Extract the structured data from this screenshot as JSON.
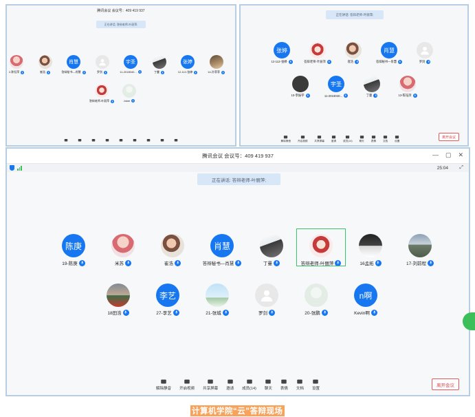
{
  "main": {
    "title": "腾讯会议 会议号：409 419 937",
    "timer": "25:04",
    "speaking": "正在讲话: 答辩老师-叶丽萍;",
    "participants_row1": [
      {
        "name": "19-陈庚",
        "avatar_text": "陈庚",
        "style": "blue"
      },
      {
        "name": "米苏",
        "avatar_text": "",
        "style": "photo1"
      },
      {
        "name": "崔浩",
        "avatar_text": "",
        "style": "photo2"
      },
      {
        "name": "答辩秘书—肖慧",
        "avatar_text": "肖慧",
        "style": "blue"
      },
      {
        "name": "丁曼",
        "avatar_text": "",
        "style": "photo3"
      },
      {
        "name": "答辩老师-叶丽萍",
        "avatar_text": "",
        "style": "photo4"
      },
      {
        "name": "16孟拓",
        "avatar_text": "",
        "style": "photo5"
      },
      {
        "name": "17-刘前程",
        "avatar_text": "",
        "style": "photo6"
      }
    ],
    "participants_row2": [
      {
        "name": "18田浩",
        "avatar_text": "",
        "style": "photo7"
      },
      {
        "name": "27-李艺",
        "avatar_text": "李艺",
        "style": "blue"
      },
      {
        "name": "21-张城",
        "avatar_text": "",
        "style": "photo8"
      },
      {
        "name": "罗剑",
        "avatar_text": "",
        "style": "gray"
      },
      {
        "name": "20-张鹏",
        "avatar_text": "",
        "style": "photo9"
      },
      {
        "name": "Kevin啊",
        "avatar_text": "n啊",
        "style": "blue"
      }
    ],
    "toolbar": [
      {
        "label": "解除静音",
        "icon": "mic-off-icon"
      },
      {
        "label": "开启视频",
        "icon": "video-off-icon"
      },
      {
        "label": "共享屏幕",
        "icon": "screen-share-icon"
      },
      {
        "label": "邀请",
        "icon": "invite-icon"
      },
      {
        "label": "成员(14)",
        "icon": "members-icon"
      },
      {
        "label": "聊天",
        "icon": "chat-icon"
      },
      {
        "label": "表情",
        "icon": "emoji-icon"
      },
      {
        "label": "文档",
        "icon": "document-icon"
      },
      {
        "label": "设置",
        "icon": "settings-icon"
      }
    ],
    "leave": "离开会议"
  },
  "top_left": {
    "title": "腾讯会议 会议号：409 419 937",
    "speaking": "正在讲话: 答辩老师-叶丽萍;",
    "row1": [
      {
        "name": "2-陈钰萍",
        "avatar_text": "",
        "style": "photo1"
      },
      {
        "name": "崔浩",
        "avatar_text": "",
        "style": "photo2"
      },
      {
        "name": "答辩秘书—肖慧",
        "avatar_text": "肖慧",
        "style": "blue"
      },
      {
        "name": "罗剑",
        "avatar_text": "",
        "style": "gray"
      },
      {
        "name": "11-2018040...",
        "avatar_text": "宇圣",
        "style": "blue"
      },
      {
        "name": "丁曼",
        "avatar_text": "",
        "style": "photo3"
      },
      {
        "name": "12-112-张婷",
        "avatar_text": "张婷",
        "style": "blue"
      },
      {
        "name": "14-孙菲菲",
        "avatar_text": "",
        "style": "photo11"
      }
    ],
    "row2": [
      {
        "name": "答辩老师-叶丽萍",
        "avatar_text": "",
        "style": "photo4"
      },
      {
        "name": "Joker",
        "avatar_text": "",
        "style": "photo9"
      }
    ]
  },
  "top_right": {
    "speaking": "正在讲话: 答辩老师-叶丽萍;",
    "row1": [
      {
        "name": "12-112-张婷",
        "avatar_text": "张婷",
        "style": "blue"
      },
      {
        "name": "答辩老师-叶丽萍",
        "avatar_text": "",
        "style": "photo4"
      },
      {
        "name": "崔浩",
        "avatar_text": "",
        "style": "photo2"
      },
      {
        "name": "答辩秘书—肖慧",
        "avatar_text": "肖慧",
        "style": "blue"
      },
      {
        "name": "罗剑",
        "avatar_text": "",
        "style": "gray"
      }
    ],
    "row2": [
      {
        "name": "10-李振宇",
        "avatar_text": "",
        "style": "dark"
      },
      {
        "name": "11-2018040...",
        "avatar_text": "宇圣",
        "style": "blue"
      },
      {
        "name": "丁曼",
        "avatar_text": "",
        "style": "photo3"
      },
      {
        "name": "13-陈钰萍",
        "avatar_text": "",
        "style": "photo1"
      }
    ],
    "toolbar": [
      {
        "label": "解除静音",
        "icon": "mic-off-icon"
      },
      {
        "label": "开启视频",
        "icon": "video-off-icon"
      },
      {
        "label": "共享屏幕",
        "icon": "screen-share-icon"
      },
      {
        "label": "邀请",
        "icon": "invite-icon"
      },
      {
        "label": "成员(14)",
        "icon": "members-icon"
      },
      {
        "label": "聊天",
        "icon": "chat-icon"
      },
      {
        "label": "表情",
        "icon": "emoji-icon"
      },
      {
        "label": "文档",
        "icon": "document-icon"
      },
      {
        "label": "设置",
        "icon": "settings-icon"
      }
    ],
    "leave": "离开会议"
  },
  "caption": "计算机学院“云”答辩现场",
  "colors": {
    "accent": "#1677f0",
    "selected": "#39c36a",
    "leave": "#e04848",
    "caption_bg": "#f7a35c"
  }
}
